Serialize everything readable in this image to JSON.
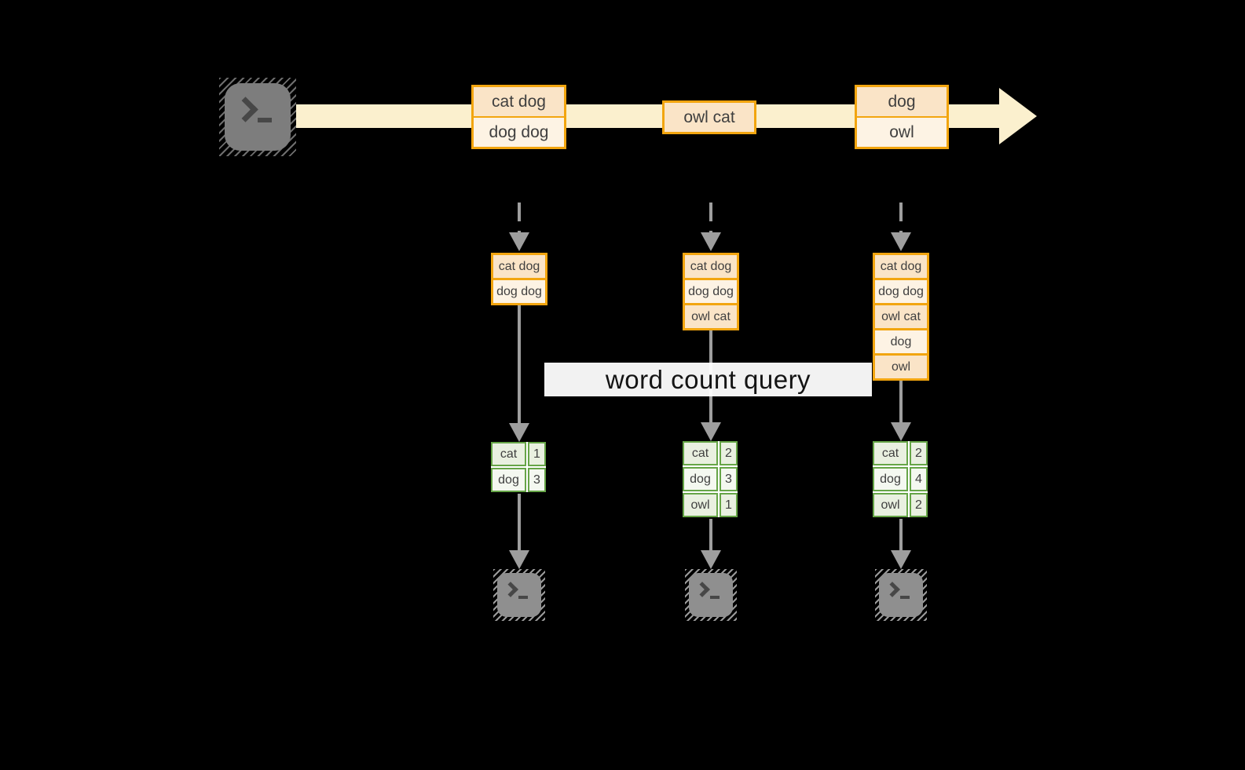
{
  "query": {
    "label": "word count query"
  },
  "stream": {
    "events": [
      {
        "rows": [
          "cat dog",
          "dog dog"
        ]
      },
      {
        "rows": [
          "owl cat"
        ]
      },
      {
        "rows": [
          "dog",
          "owl"
        ]
      }
    ]
  },
  "snapshots": [
    {
      "log": [
        "cat dog",
        "dog dog"
      ],
      "counts": {
        "rows": [
          {
            "word": "cat",
            "count": "1"
          },
          {
            "word": "dog",
            "count": "3"
          }
        ]
      }
    },
    {
      "log": [
        "cat dog",
        "dog dog",
        "owl cat"
      ],
      "counts": {
        "rows": [
          {
            "word": "cat",
            "count": "2"
          },
          {
            "word": "dog",
            "count": "3"
          },
          {
            "word": "owl",
            "count": "1"
          }
        ]
      }
    },
    {
      "log": [
        "cat dog",
        "dog dog",
        "owl cat",
        "dog",
        "owl"
      ],
      "counts": {
        "rows": [
          {
            "word": "cat",
            "count": "2"
          },
          {
            "word": "dog",
            "count": "4"
          },
          {
            "word": "owl",
            "count": "2"
          }
        ]
      }
    }
  ],
  "icons": {
    "source": "terminal-prompt-icon",
    "sinks": [
      "terminal-prompt-icon",
      "terminal-prompt-icon",
      "terminal-prompt-icon"
    ]
  },
  "colors": {
    "background": "#000000",
    "stream_band": "#FBF0CE",
    "box_border": "#F2A50F",
    "box_fill_peach": "#FAE4C7",
    "box_fill_cream": "#FDF3E4",
    "table_border": "#66A547",
    "table_fill_dark": "#E9F0E0",
    "table_fill_light": "#F4F8F0",
    "arrow_gray": "#9E9E9E",
    "query_band": "#FFFFFF"
  }
}
